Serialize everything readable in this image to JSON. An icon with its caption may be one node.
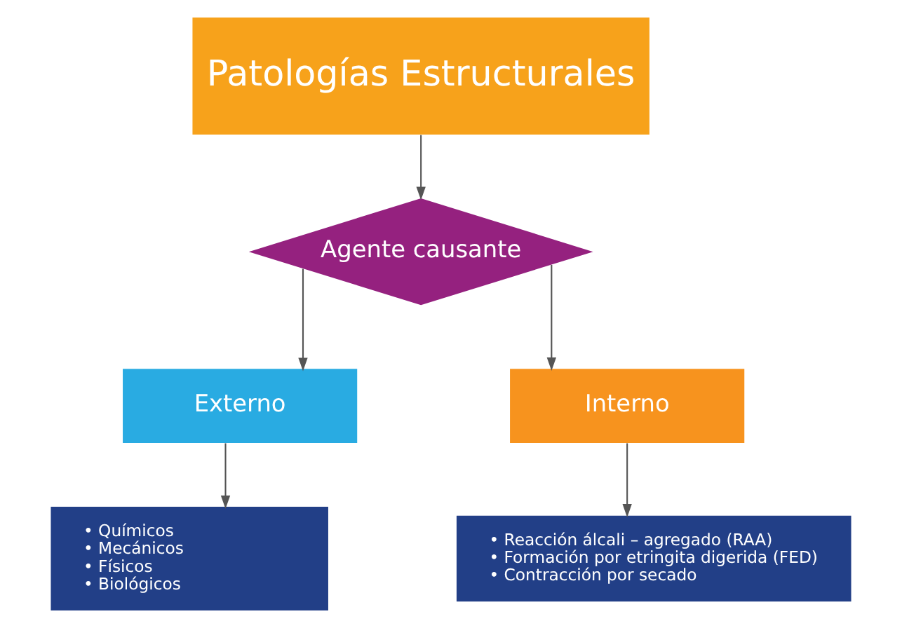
{
  "diagram": {
    "nodes": [
      {
        "text": [
          "Patologías Estructurales"
        ]
      },
      {
        "text": [
          "Agente causante"
        ]
      },
      {
        "text": [
          "Externo"
        ]
      },
      {
        "text": [
          "Interno"
        ]
      },
      {
        "text": [
          "• Químicos",
          "• Mecánicos",
          "• Físicos",
          "• Biológicos"
        ]
      },
      {
        "text": [
          "• Reacción álcali – agregado (RAA)",
          "• Formación por etringita digerida (FED)",
          "• Contracción por secado"
        ]
      }
    ],
    "edges": [
      {
        "from": 0,
        "to": 1,
        "arrow": "to"
      },
      {
        "from": 1,
        "to": 2,
        "arrow": "to"
      },
      {
        "from": 1,
        "to": 3,
        "arrow": "to"
      },
      {
        "from": 2,
        "to": 4,
        "arrow": "to"
      },
      {
        "from": 3,
        "to": 5,
        "arrow": "to"
      }
    ]
  }
}
